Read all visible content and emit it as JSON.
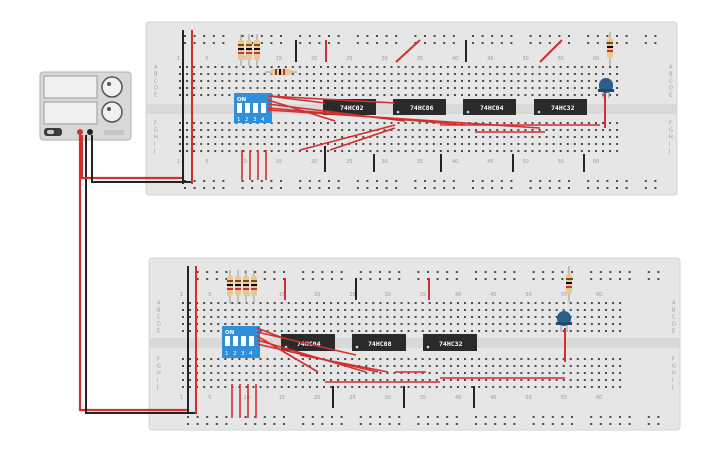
{
  "boards": [
    {
      "name": "top",
      "chips": [
        "74HC02",
        "74HC86",
        "74HC04",
        "74HC32"
      ],
      "col_numbers": [
        "1",
        "5",
        "10",
        "15",
        "20",
        "25",
        "30",
        "35",
        "40",
        "45",
        "50",
        "55",
        "60"
      ],
      "row_letters_top": [
        "A",
        "B",
        "C",
        "D",
        "E"
      ],
      "row_letters_bottom": [
        "F",
        "G",
        "H",
        "I",
        "J"
      ],
      "dip_on_label": "ON",
      "dip_numbers": [
        "1",
        "2",
        "3",
        "4"
      ],
      "led_color": "#2b5f8a"
    },
    {
      "name": "bottom",
      "chips": [
        "74HC04",
        "74HC08",
        "74HC32"
      ],
      "col_numbers": [
        "1",
        "5",
        "10",
        "15",
        "20",
        "25",
        "30",
        "35",
        "40",
        "45",
        "50",
        "55",
        "60"
      ],
      "row_letters_top": [
        "A",
        "B",
        "C",
        "D",
        "E"
      ],
      "row_letters_bottom": [
        "F",
        "G",
        "H",
        "I",
        "J"
      ],
      "dip_on_label": "ON",
      "dip_numbers": [
        "1",
        "2",
        "3",
        "4"
      ],
      "led_color": "#2b5f8a"
    }
  ],
  "power_supply": {
    "name": "bench-power-supply"
  },
  "colors": {
    "board": "#e6e6e6",
    "hole": "#4a4a4a",
    "wire_red": "#d32f2f",
    "wire_black": "#222222",
    "chip": "#2a2a2a",
    "dip": "#2f8fd8"
  }
}
